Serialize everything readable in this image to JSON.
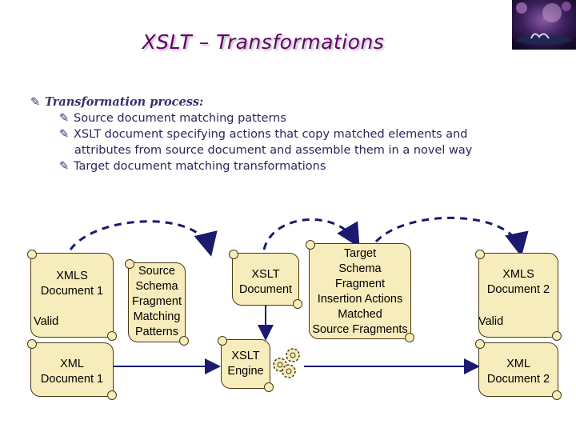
{
  "title": "XSLT – Transformations",
  "bullets": {
    "main": "Transformation process:",
    "items": [
      "Source document matching patterns",
      "XSLT document specifying actions that copy matched elements and",
      "attributes from source document and assemble them in a novel way",
      "Target document matching transformations"
    ]
  },
  "diagram": {
    "xmls_doc1": [
      "XMLS",
      "Document 1"
    ],
    "valid1": "Valid",
    "xml_doc1": [
      "XML",
      "Document  1"
    ],
    "source_schema": [
      "Source",
      "Schema",
      "Fragment",
      "Matching",
      "Patterns"
    ],
    "xslt_doc": [
      "XSLT",
      "Document"
    ],
    "target_schema": [
      "Target",
      "Schema",
      "Fragment",
      "Insertion Actions",
      "Matched",
      "Source Fragments"
    ],
    "xslt_engine": [
      "XSLT",
      "Engine"
    ],
    "xmls_doc2": [
      "XMLS",
      "Document 2"
    ],
    "valid2": "Valid",
    "xml_doc2": [
      "XML",
      "Document  2"
    ]
  },
  "colors": {
    "title": "#660066",
    "scroll": "#f7ecbb",
    "arrow": "#1a1a6e"
  }
}
